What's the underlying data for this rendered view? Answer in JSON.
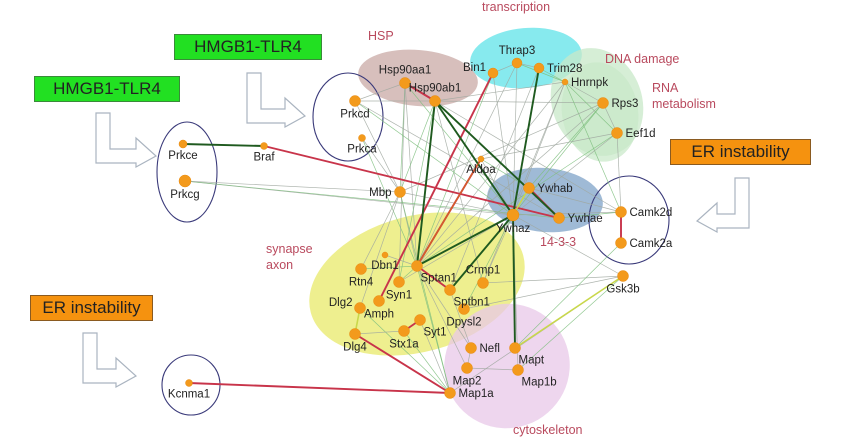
{
  "annotations": [
    {
      "id": "hmgb1-left",
      "text": "HMGB1-TLR4",
      "color": "#22e022"
    },
    {
      "id": "hmgb1-top",
      "text": "HMGB1-TLR4",
      "color": "#22e022"
    },
    {
      "id": "er-right",
      "text": "ER instability",
      "color": "#f5920f"
    },
    {
      "id": "er-left",
      "text": "ER instability",
      "color": "#f5920f"
    }
  ],
  "clusters": [
    {
      "id": "hsp",
      "label": "HSP",
      "color": "#c9a9a6"
    },
    {
      "id": "transcription",
      "label": "transcription",
      "color": "#5fe3e8"
    },
    {
      "id": "dna-damage",
      "label": "DNA damage",
      "color": "#c8e8c8"
    },
    {
      "id": "rna-metabolism",
      "label": "RNA metabolism",
      "color": "#c8e8c8"
    },
    {
      "id": "14-3-3",
      "label": "14-3-3",
      "color": "#7fa3c8"
    },
    {
      "id": "synapse-axon",
      "label": "synapse axon",
      "color": "#e8ea6a"
    },
    {
      "id": "cytoskeleton",
      "label": "cytoskeleton",
      "color": "#e8c8e8"
    }
  ],
  "nodes": [
    {
      "id": "Prkce",
      "label": "Prkce"
    },
    {
      "id": "Prkcg",
      "label": "Prkcg"
    },
    {
      "id": "Braf",
      "label": "Braf"
    },
    {
      "id": "Prkcd",
      "label": "Prkcd"
    },
    {
      "id": "Prkca",
      "label": "Prkca"
    },
    {
      "id": "Hsp90aa1",
      "label": "Hsp90aa1"
    },
    {
      "id": "Hsp90ab1",
      "label": "Hsp90ab1"
    },
    {
      "id": "Bin1",
      "label": "Bin1"
    },
    {
      "id": "Thrap3",
      "label": "Thrap3"
    },
    {
      "id": "Trim28",
      "label": "Trim28"
    },
    {
      "id": "Hnrnpk",
      "label": "Hnrnpk"
    },
    {
      "id": "Rps3",
      "label": "Rps3"
    },
    {
      "id": "Eef1d",
      "label": "Eef1d"
    },
    {
      "id": "Aldoa",
      "label": "Aldoa"
    },
    {
      "id": "Mbp",
      "label": "Mbp"
    },
    {
      "id": "Ywhab",
      "label": "Ywhab"
    },
    {
      "id": "Ywhae",
      "label": "Ywhae"
    },
    {
      "id": "Ywhaz",
      "label": "Ywhaz"
    },
    {
      "id": "Camk2d",
      "label": "Camk2d"
    },
    {
      "id": "Camk2a",
      "label": "Camk2a"
    },
    {
      "id": "Gsk3b",
      "label": "Gsk3b"
    },
    {
      "id": "Dbn1",
      "label": "Dbn1"
    },
    {
      "id": "Rtn4",
      "label": "Rtn4"
    },
    {
      "id": "Sptan1",
      "label": "Sptan1"
    },
    {
      "id": "Crmp1",
      "label": "Crmp1"
    },
    {
      "id": "Syn1",
      "label": "Syn1"
    },
    {
      "id": "Sptbn1",
      "label": "Sptbn1"
    },
    {
      "id": "Dlg2",
      "label": "Dlg2"
    },
    {
      "id": "Amph",
      "label": "Amph"
    },
    {
      "id": "Dpysl2",
      "label": "Dpysl2"
    },
    {
      "id": "Syt1",
      "label": "Syt1"
    },
    {
      "id": "Stx1a",
      "label": "Stx1a"
    },
    {
      "id": "Dlg4",
      "label": "Dlg4"
    },
    {
      "id": "Nefl",
      "label": "Nefl"
    },
    {
      "id": "Mapt",
      "label": "Mapt"
    },
    {
      "id": "Map2",
      "label": "Map2"
    },
    {
      "id": "Map1b",
      "label": "Map1b"
    },
    {
      "id": "Map1a",
      "label": "Map1a"
    },
    {
      "id": "Kcnma1",
      "label": "Kcnma1"
    }
  ],
  "edges": [
    {
      "from": "Prkce",
      "to": "Braf",
      "type": "dark"
    },
    {
      "from": "Braf",
      "to": "Ywhae",
      "type": "red"
    },
    {
      "from": "Kcnma1",
      "to": "Map1a",
      "type": "red"
    },
    {
      "from": "Dlg4",
      "to": "Map1a",
      "type": "red"
    },
    {
      "from": "Hsp90aa1",
      "to": "Hsp90ab1",
      "type": "red"
    },
    {
      "from": "Bin1",
      "to": "Amph",
      "type": "red"
    },
    {
      "from": "Aldoa",
      "to": "Sptan1",
      "type": "red"
    },
    {
      "from": "Sptan1",
      "to": "Sptbn1",
      "type": "red"
    },
    {
      "from": "Syt1",
      "to": "Stx1a",
      "type": "red"
    },
    {
      "from": "Camk2d",
      "to": "Camk2a",
      "type": "red"
    },
    {
      "from": "Ywhab",
      "to": "Ywhae",
      "type": "red"
    },
    {
      "from": "Hsp90ab1",
      "to": "Ywhaz",
      "type": "dark"
    },
    {
      "from": "Hsp90ab1",
      "to": "Ywhae",
      "type": "dark"
    },
    {
      "from": "Hsp90ab1",
      "to": "Sptan1",
      "type": "dark"
    },
    {
      "from": "Trim28",
      "to": "Ywhaz",
      "type": "dark"
    },
    {
      "from": "Ywhaz",
      "to": "Sptan1",
      "type": "dark"
    },
    {
      "from": "Ywhaz",
      "to": "Sptbn1",
      "type": "dark"
    },
    {
      "from": "Ywhaz",
      "to": "Mapt",
      "type": "dark"
    },
    {
      "from": "Mapt",
      "to": "Gsk3b",
      "type": "yellow"
    },
    {
      "from": "Ywhaz",
      "to": "Ywhab",
      "type": "yellow"
    },
    {
      "from": "Dlg2",
      "to": "Dlg4",
      "type": "yellow"
    }
  ]
}
